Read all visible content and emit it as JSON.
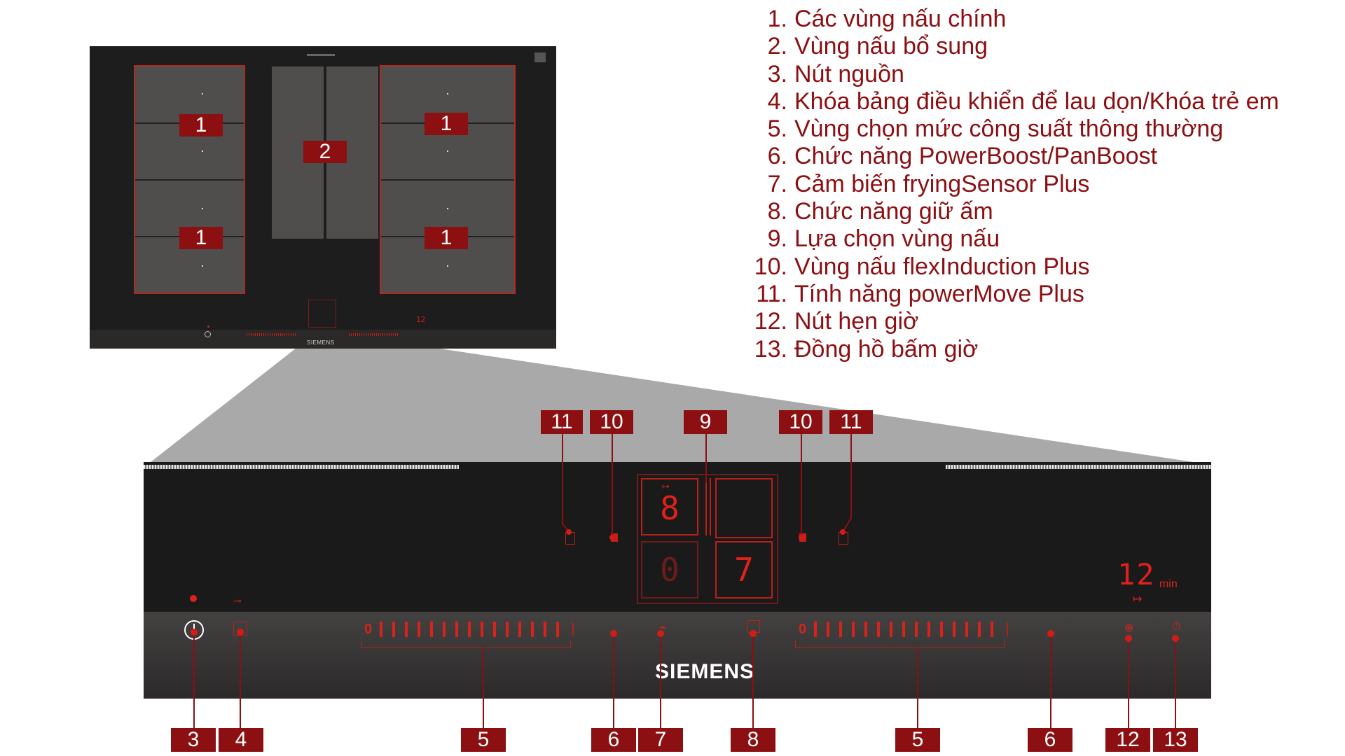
{
  "legend": [
    {
      "num": "1.",
      "text": "Các vùng nấu chính"
    },
    {
      "num": "2.",
      "text": "Vùng nấu bổ sung"
    },
    {
      "num": "3.",
      "text": "Nút nguồn"
    },
    {
      "num": "4.",
      "text": "Khóa bảng điều khiển để lau dọn/Khóa trẻ em"
    },
    {
      "num": "5.",
      "text": "Vùng chọn mức công suất thông thường"
    },
    {
      "num": "6.",
      "text": "Chức năng PowerBoost/PanBoost"
    },
    {
      "num": "7.",
      "text": "Cảm biến fryingSensor Plus"
    },
    {
      "num": "8.",
      "text": "Chức năng giữ ấm"
    },
    {
      "num": "9.",
      "text": "Lựa chọn vùng nấu"
    },
    {
      "num": "10.",
      "text": "Vùng nấu flexInduction Plus"
    },
    {
      "num": "11.",
      "text": "Tính năng powerMove Plus"
    },
    {
      "num": "12.",
      "text": "Nút hẹn giờ"
    },
    {
      "num": "13.",
      "text": "Đồng hồ bấm giờ"
    }
  ],
  "cooktop": {
    "brand": "SIEMENS",
    "zone_badges": [
      "1",
      "1",
      "2",
      "1",
      "1"
    ],
    "mini_timer": "12"
  },
  "panel": {
    "brand": "SIEMENS",
    "zone_display": {
      "top_left": "8",
      "bottom_left": "0",
      "bottom_right": "7"
    },
    "timer": {
      "value": "12",
      "unit": "min"
    },
    "slider_zero": "0"
  },
  "top_badges": [
    "11",
    "10",
    "9",
    "10",
    "11"
  ],
  "bottom_badges": [
    "3",
    "4",
    "5",
    "6",
    "7",
    "8",
    "5",
    "6",
    "12",
    "13"
  ],
  "colors": {
    "badge": "#8c0f12",
    "led": "#e0201a",
    "legend_text": "#8c0f12"
  }
}
